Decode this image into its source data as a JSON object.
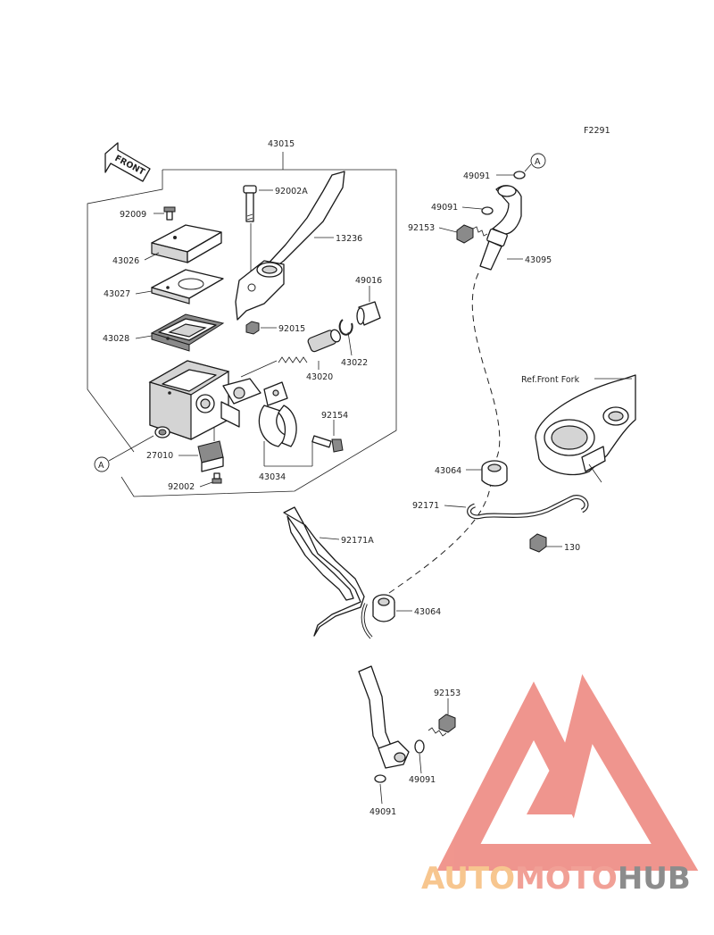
{
  "figure_code": "F2291",
  "front_label": "FRONT",
  "ref_label": "Ref.Front Fork",
  "ref_marker": "A",
  "watermark": {
    "part1": "AUTO",
    "part2": "MOTO",
    "part3": "HUB",
    "color_part1": "#f7c68f",
    "color_part2": "#f1a096",
    "color_part3": "#8c8c8c",
    "logo_color": "#ef9088"
  },
  "parts": {
    "p43015": "43015",
    "p92009": "92009",
    "p43026": "43026",
    "p43027": "43027",
    "p43028": "43028",
    "p92002A": "92002A",
    "p13236": "13236",
    "p49016": "49016",
    "p92015": "92015",
    "p43022": "43022",
    "p43020": "43020",
    "p92154": "92154",
    "p27010": "27010",
    "p43034": "43034",
    "p92002": "92002",
    "p49091_a": "49091",
    "p49091_b": "49091",
    "p92153_a": "92153",
    "p43095": "43095",
    "p43064_a": "43064",
    "p92171": "92171",
    "p130": "130",
    "p92171A": "92171A",
    "p43064_b": "43064",
    "p92153_b": "92153",
    "p49091_c": "49091",
    "p49091_d": "49091"
  }
}
